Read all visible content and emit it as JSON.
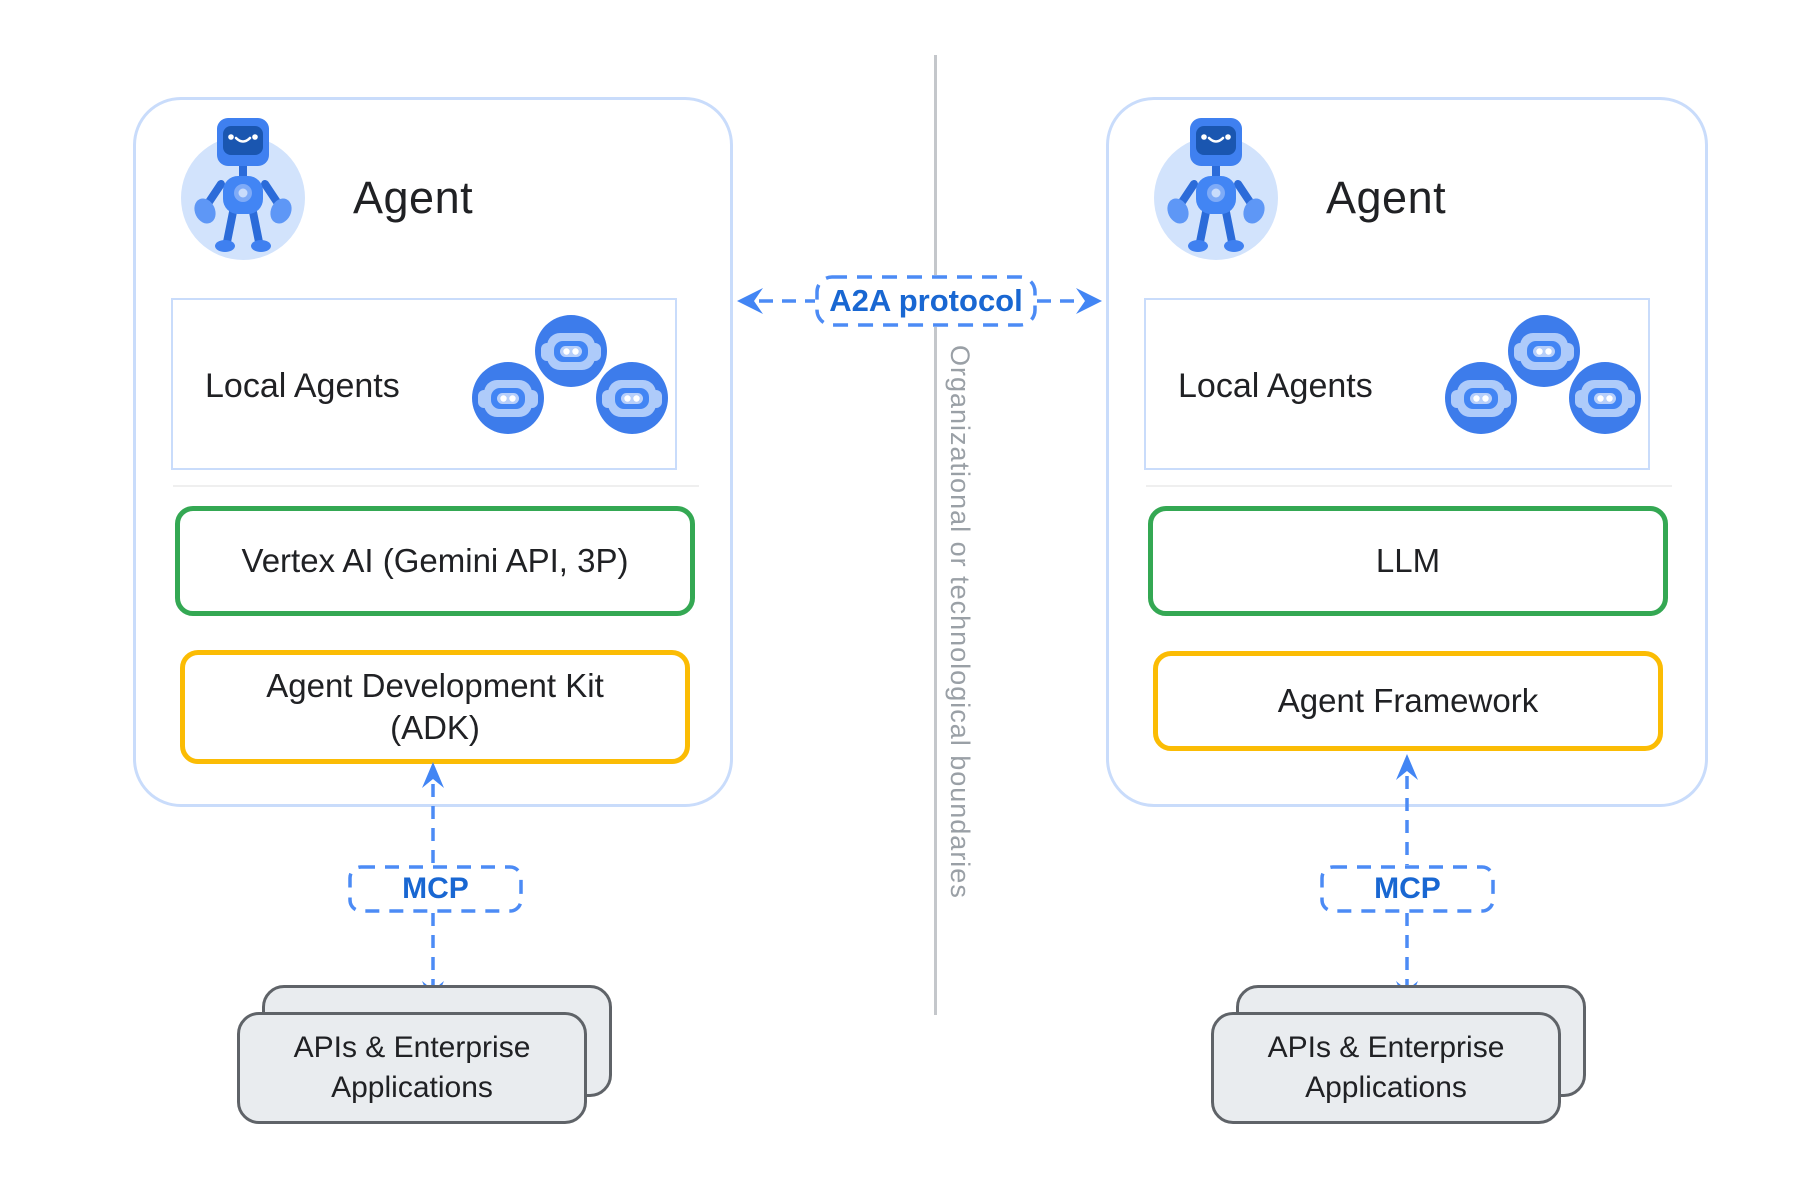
{
  "center": {
    "a2a_label": "A2A protocol",
    "boundary_label": "Organizational or technological boundaries"
  },
  "agents": [
    {
      "title": "Agent",
      "local_label": "Local Agents",
      "model_box": "Vertex AI (Gemini API, 3P)",
      "framework_line1": "Agent Development Kit",
      "framework_line2": "(ADK)",
      "mcp_label": "MCP",
      "apis_line1": "APIs & Enterprise",
      "apis_line2": "Applications"
    },
    {
      "title": "Agent",
      "local_label": "Local Agents",
      "model_box": "LLM",
      "framework_line1": "Agent Framework",
      "framework_line2": "",
      "mcp_label": "MCP",
      "apis_line1": "APIs & Enterprise",
      "apis_line2": "Applications"
    }
  ],
  "icons": {
    "agent_avatar": "robot-avatar-icon",
    "local_agent": "robot-face-icon"
  },
  "colors": {
    "container_border": "#C9DCFB",
    "green_border": "#34A853",
    "yellow_border": "#FBBC04",
    "dashed_blue": "#4C8BF5",
    "label_blue": "#1967D2",
    "arrow_blue": "#4285F4",
    "divider_gray": "#C4C7CB",
    "boundary_text_gray": "#9AA0A6",
    "card_fill": "#E9ECEF",
    "card_border": "#5F6368",
    "avatar_bg": "#D2E3FC",
    "text_dark": "#202124"
  }
}
